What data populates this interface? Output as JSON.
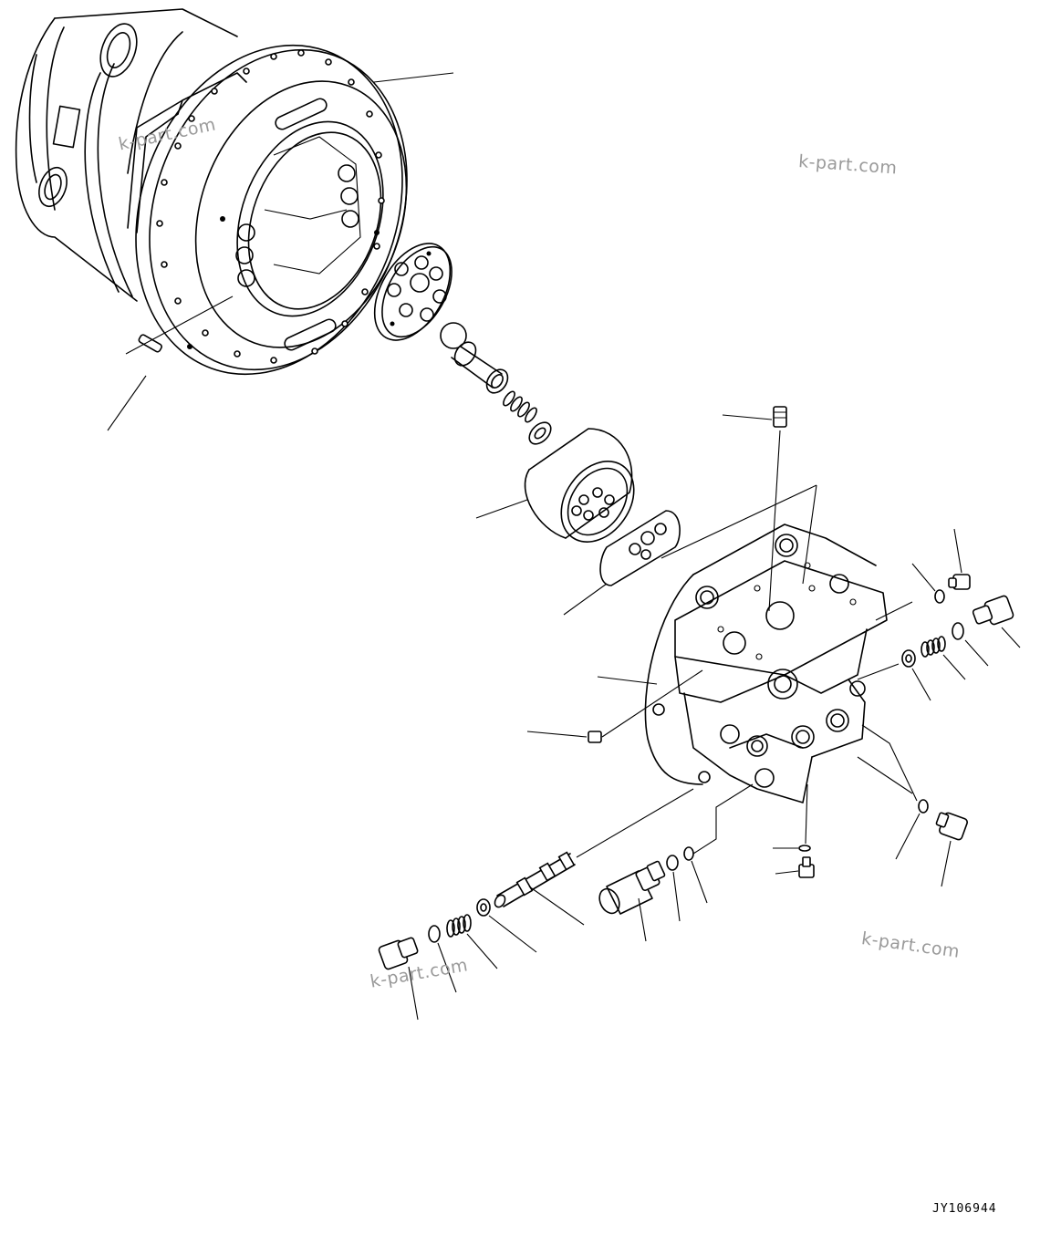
{
  "watermarks": [
    "k-part.com",
    "k-part.com",
    "k-part.com",
    "k-part.com"
  ],
  "drawing_code": "JY106944"
}
